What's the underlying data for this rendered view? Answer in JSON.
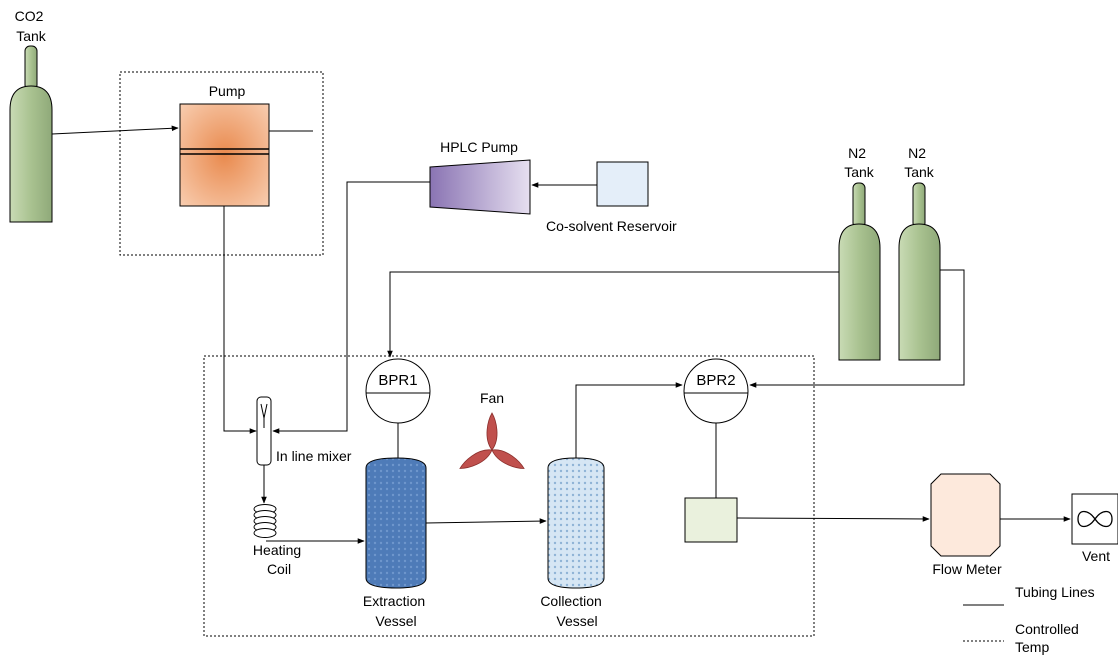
{
  "labels": {
    "co2_tank": [
      "CO2",
      "Tank"
    ],
    "pump": "Pump",
    "hplc_pump": "HPLC Pump",
    "cosolvent_reservoir": "Co-solvent Reservoir",
    "n2_tank_1": [
      "N2",
      "Tank"
    ],
    "n2_tank_2": [
      "N2",
      "Tank"
    ],
    "bpr1": "BPR1",
    "bpr2": "BPR2",
    "fan": "Fan",
    "inline_mixer": "In line mixer",
    "heating_coil": [
      "Heating",
      "Coil"
    ],
    "extraction_vessel": [
      "Extraction",
      "Vessel"
    ],
    "collection_vessel": [
      "Collection",
      "Vessel"
    ],
    "flow_meter": "Flow Meter",
    "vent": "Vent"
  },
  "legend": {
    "tubing_lines": "Tubing Lines",
    "controlled_temp": [
      "Controlled",
      "Temp"
    ]
  },
  "colors": {
    "co2_tank": "#a9c290",
    "n2_tank": "#a9c290",
    "pump_body": "#f2b58f",
    "hplc_pump": "#b9a8cf",
    "reservoir": "#e4eef9",
    "extraction_vessel": "#4e7bb8",
    "collection_vessel": "#c5dcee",
    "fan_blade": "#c0504d",
    "flow_meter": "#fde9dc",
    "bpr2_box": "#eaf1dd"
  }
}
